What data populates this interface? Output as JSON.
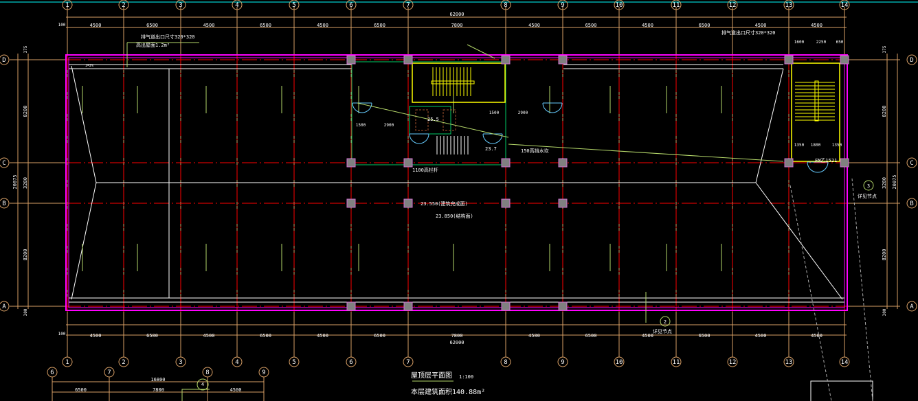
{
  "drawing": {
    "title": "屋顶层平面图",
    "scale": "1:100",
    "area_label": "本层建筑面积140.88m²",
    "colors": {
      "background": "#000000",
      "axis": "#ff0000",
      "dimension": "#d9a066",
      "wall": "#ffffff",
      "parapet": "#ff00ff",
      "stair": "#ffff00",
      "door": "#66ccff",
      "green": "#00cc66",
      "leader": "#b5d86a",
      "column": "#808080",
      "top_line": "#00ffff"
    }
  },
  "axes_x": [
    "1",
    "2",
    "3",
    "4",
    "5",
    "6",
    "7",
    "8",
    "9",
    "10",
    "11",
    "12",
    "13",
    "14"
  ],
  "axes_y": [
    "D",
    "C",
    "B",
    "A"
  ],
  "dims_top": {
    "total": "62000",
    "offset": "100",
    "spans": [
      "4500",
      "6500",
      "4500",
      "6500",
      "4500",
      "6500",
      "7800",
      "4500",
      "6500",
      "4500",
      "6500",
      "4500",
      "4500"
    ]
  },
  "dims_bottom": {
    "total": "62000",
    "offset": "100",
    "spans": [
      "4500",
      "6500",
      "4500",
      "6500",
      "4500",
      "6500",
      "7800",
      "4500",
      "6500",
      "4500",
      "6500",
      "4500",
      "4500"
    ]
  },
  "dims_left": {
    "total": "20075",
    "top": "375",
    "spans": [
      "8200",
      "3280",
      "8200"
    ],
    "bottom": "300"
  },
  "dims_right": {
    "total": "20075",
    "top": "375",
    "spans": [
      "8200",
      "3280",
      "8200"
    ],
    "bottom": "300"
  },
  "stair_dims": {
    "right_top": [
      "1600",
      "2250",
      "650"
    ],
    "right_bottom": [
      "1350",
      "1800",
      "1350"
    ],
    "core": [
      "1500",
      "2900",
      "1500",
      "2900"
    ]
  },
  "annotations": {
    "elev_1": "23.550(建筑完成面)",
    "elev_2": "23.850(结构面)",
    "elev_3": "25.5",
    "elev_4": "23.7",
    "note_150": "150高挡水坎",
    "note_1100": "1100高栏杆",
    "detail_2": "2",
    "detail_3": "3",
    "detail_4": "4",
    "detail_label": "详见节点",
    "door": "FM乙1521",
    "slope_1": "i=2%",
    "vent_1": "排气道出口尺寸320*320",
    "vent_2": "高出屋面1.2m²"
  },
  "lower_drawing": {
    "axes": [
      "6",
      "7",
      "8",
      "9"
    ],
    "total": "16800",
    "spans": [
      "6500",
      "7800",
      "4500"
    ]
  }
}
